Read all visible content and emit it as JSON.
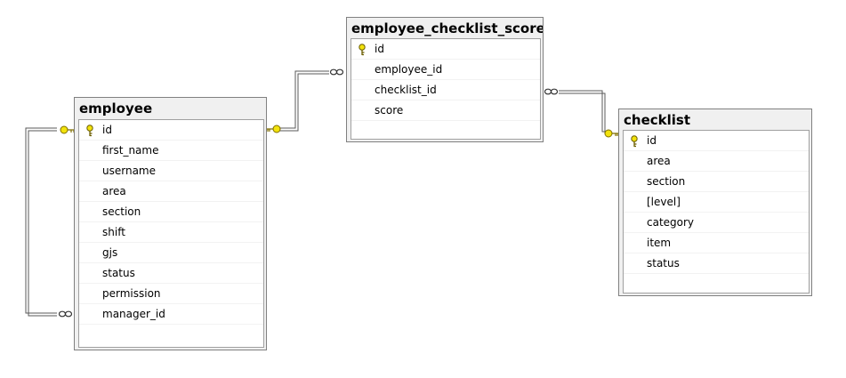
{
  "tables": {
    "employee": {
      "name": "employee",
      "columns": [
        {
          "name": "id",
          "pk": true
        },
        {
          "name": "first_name",
          "pk": false
        },
        {
          "name": "username",
          "pk": false
        },
        {
          "name": "area",
          "pk": false
        },
        {
          "name": "section",
          "pk": false
        },
        {
          "name": "shift",
          "pk": false
        },
        {
          "name": "gjs",
          "pk": false
        },
        {
          "name": "status",
          "pk": false
        },
        {
          "name": "permission",
          "pk": false
        },
        {
          "name": "manager_id",
          "pk": false
        }
      ]
    },
    "employee_checklist_score": {
      "name": "employee_checklist_score",
      "columns": [
        {
          "name": "id",
          "pk": true
        },
        {
          "name": "employee_id",
          "pk": false
        },
        {
          "name": "checklist_id",
          "pk": false
        },
        {
          "name": "score",
          "pk": false
        }
      ]
    },
    "checklist": {
      "name": "checklist",
      "columns": [
        {
          "name": "id",
          "pk": true
        },
        {
          "name": "area",
          "pk": false
        },
        {
          "name": "section",
          "pk": false
        },
        {
          "name": "[level]",
          "pk": false
        },
        {
          "name": "category",
          "pk": false
        },
        {
          "name": "item",
          "pk": false
        },
        {
          "name": "status",
          "pk": false
        }
      ]
    }
  },
  "relationships": [
    {
      "from_table": "employee",
      "to_table": "employee",
      "one_end": "employee.id",
      "many_end": "employee.manager_id"
    },
    {
      "from_table": "employee",
      "to_table": "employee_checklist_score",
      "one_end": "employee.id",
      "many_end": "employee_checklist_score.employee_id"
    },
    {
      "from_table": "checklist",
      "to_table": "employee_checklist_score",
      "one_end": "checklist.id",
      "many_end": "employee_checklist_score.checklist_id"
    }
  ],
  "colors": {
    "key_icon": "#f2e20c",
    "connector": "#5a5a5a",
    "table_frame": "#f0f0f0",
    "table_border": "#808080"
  }
}
